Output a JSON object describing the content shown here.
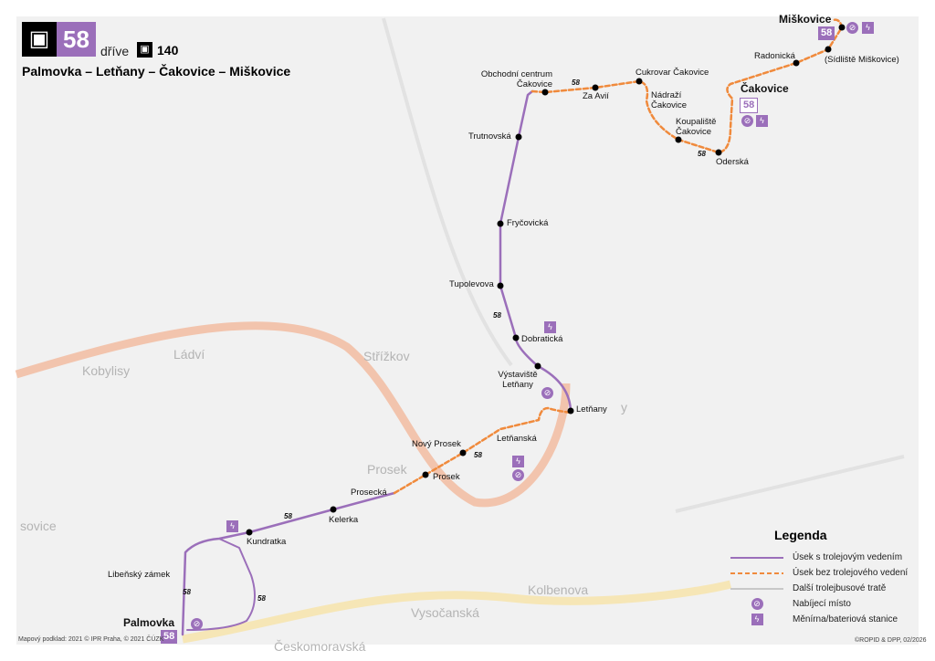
{
  "header": {
    "line_number": "58",
    "formerly_label": "dříve",
    "former_line": "140",
    "route_title": "Palmovka – Letňany – Čakovice – Miškovice",
    "vehicle_icon": "trolleybus-icon",
    "former_vehicle_icon": "bus-icon"
  },
  "colors": {
    "trolley": "#9b6fba",
    "no_wire": "#f08a3c",
    "other": "#c8c8c8",
    "ring_road": "#f3b99c"
  },
  "stops": [
    {
      "name": "Palmovka",
      "terminus": true
    },
    {
      "name": "Libeňský zámek"
    },
    {
      "name": "Kundratka"
    },
    {
      "name": "Kelerka"
    },
    {
      "name": "Prosecká"
    },
    {
      "name": "Prosek"
    },
    {
      "name": "Nový Prosek"
    },
    {
      "name": "Letňanská"
    },
    {
      "name": "Letňany"
    },
    {
      "name": "Výstaviště Letňany"
    },
    {
      "name": "Dobratická"
    },
    {
      "name": "Tupolevova"
    },
    {
      "name": "Fryčovická"
    },
    {
      "name": "Trutnovská"
    },
    {
      "name": "Obchodní centrum Čakovice"
    },
    {
      "name": "Za Avií"
    },
    {
      "name": "Cukrovar Čakovice"
    },
    {
      "name": "Nádraží Čakovice"
    },
    {
      "name": "Koupaliště Čakovice"
    },
    {
      "name": "Oderská"
    },
    {
      "name": "Čakovice",
      "terminus": true
    },
    {
      "name": "Radonická"
    },
    {
      "name": "(Sídliště Miškovice)"
    },
    {
      "name": "Miškovice",
      "terminus": true
    }
  ],
  "line_marks": [
    "58"
  ],
  "areas": [
    "Ládví",
    "Kobylisy",
    "Střížkov",
    "Prosek",
    "Vysočanská",
    "Kolbenova",
    "Českomoravská",
    "sovice",
    "y"
  ],
  "legend": {
    "title": "Legenda",
    "items": [
      {
        "label": "Úsek s trolejovým vedením"
      },
      {
        "label": "Úsek bez trolejového vedení"
      },
      {
        "label": "Další trolejbusové tratě"
      },
      {
        "label": "Nabíjecí místo",
        "icon": "charging-point-icon"
      },
      {
        "label": "Měnírna/bateriová stanice",
        "icon": "substation-icon"
      }
    ]
  },
  "footer": {
    "basemap": "Mapový podklad: 2021 © IPR Praha, © 2021 ČÚZK",
    "copyright": "©ROPID & DPP, 02/2026"
  }
}
